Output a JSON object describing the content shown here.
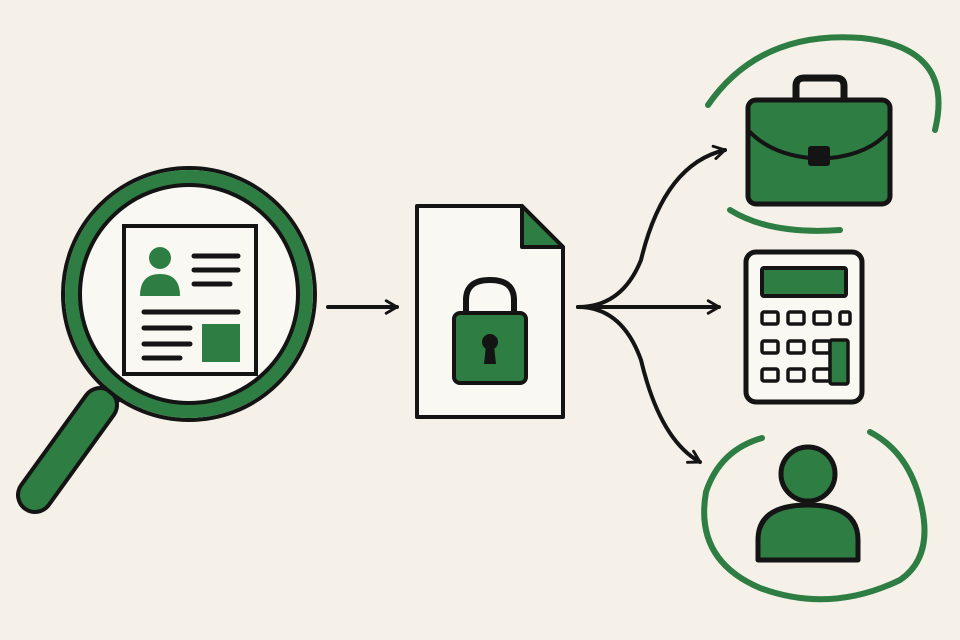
{
  "colors": {
    "background": "#f5f1e8",
    "ink": "#141414",
    "accent_green": "#2e7d43",
    "paper": "#faf8f2"
  },
  "nodes": [
    {
      "id": "source",
      "icon": "magnifying-glass-over-profile-document-icon"
    },
    {
      "id": "protected",
      "icon": "locked-document-icon"
    },
    {
      "id": "employment",
      "icon": "briefcase-icon",
      "highlighted": true
    },
    {
      "id": "finance",
      "icon": "calculator-icon",
      "highlighted": false
    },
    {
      "id": "personal",
      "icon": "person-icon",
      "highlighted": true
    }
  ],
  "edges": [
    {
      "from": "source",
      "to": "protected"
    },
    {
      "from": "protected",
      "to": "employment"
    },
    {
      "from": "protected",
      "to": "finance"
    },
    {
      "from": "protected",
      "to": "personal"
    }
  ]
}
